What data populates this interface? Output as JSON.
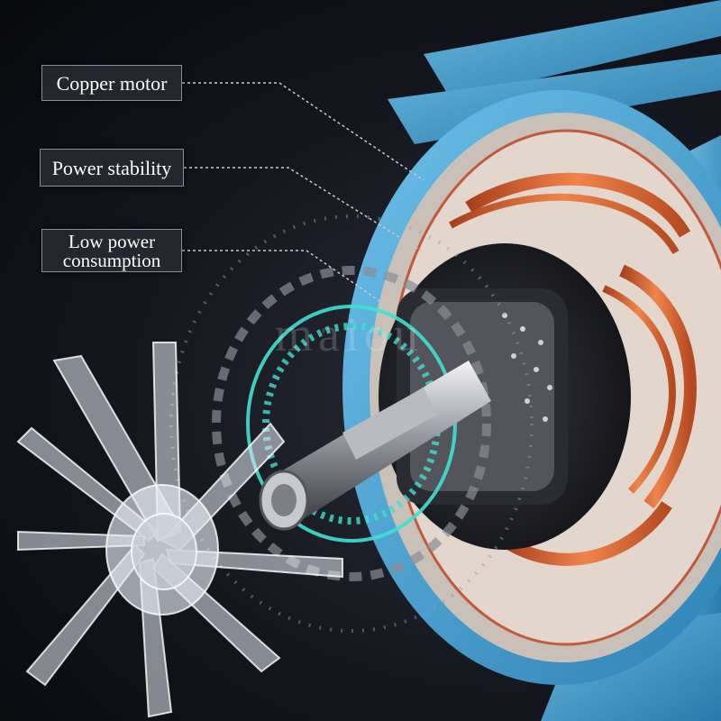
{
  "callouts": [
    {
      "label": "Copper motor"
    },
    {
      "label": "Power stability"
    },
    {
      "label_line1": "Low power",
      "label_line2": "consumption"
    }
  ],
  "watermark": "maiou",
  "colors": {
    "housing": "#4aa8d8",
    "copper": "#d9622a",
    "accent": "#3fe0d0"
  }
}
